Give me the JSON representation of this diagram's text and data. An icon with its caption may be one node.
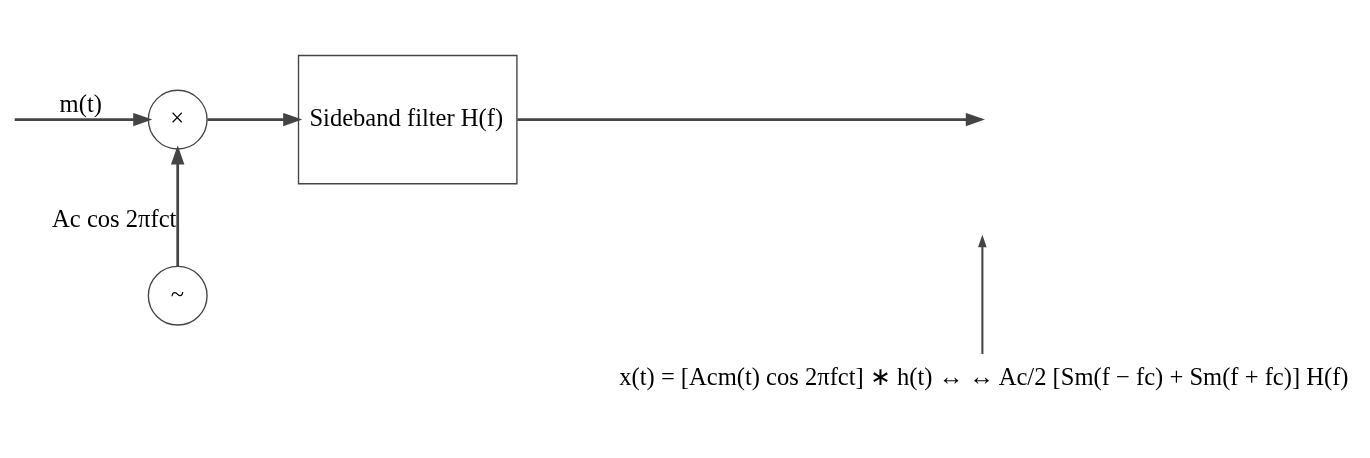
{
  "diagram": {
    "nodes": [
      {
        "text": [
          "×"
        ]
      },
      {
        "text": [
          "Sideband filter H(f)"
        ]
      },
      {
        "text": [
          "~"
        ]
      },
      {
        "text": [
          "x(t) = [Acm(t) cos 2πfct] ∗ h(t) ↔ ↔ Ac/2 [Sm(f − fc) + Sm(f + fc)] H(f)"
        ]
      }
    ],
    "edges": [
      {
        "from": null,
        "to": 0,
        "arrow": "to",
        "label": "m(t)"
      },
      {
        "from": 2,
        "to": 0,
        "arrow": "to",
        "label": "Ac cos 2πfct"
      },
      {
        "from": 0,
        "to": 1,
        "arrow": "to"
      },
      {
        "from": 1,
        "to": null,
        "arrow": "to"
      },
      {
        "from": 3,
        "to": null,
        "arrow": "to"
      }
    ]
  }
}
